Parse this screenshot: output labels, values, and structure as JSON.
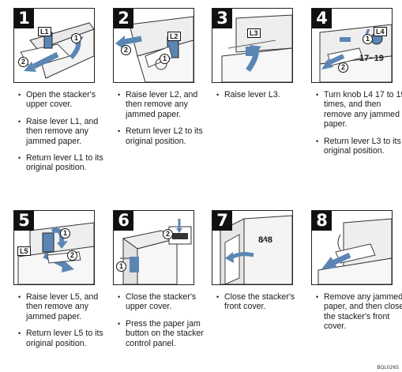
{
  "steps": [
    {
      "number": "1",
      "labels": [
        "L1"
      ],
      "circles": [
        "1",
        "2"
      ],
      "bullets": [
        "Open the stacker's upper cover.",
        "Raise lever L1, and then remove any jammed paper.",
        "Return lever L1 to its original position."
      ]
    },
    {
      "number": "2",
      "labels": [
        "L2"
      ],
      "circles": [
        "1",
        "2"
      ],
      "bullets": [
        "Raise lever L2, and then remove any jammed paper.",
        "Return lever L2 to its original position."
      ]
    },
    {
      "number": "3",
      "labels": [
        "L3"
      ],
      "circles": [],
      "bullets": [
        "Raise lever L3."
      ]
    },
    {
      "number": "4",
      "labels": [
        "L4"
      ],
      "circles": [
        "1",
        "2"
      ],
      "turns": "17~19",
      "bullets": [
        "Turn knob L4 17 to 19 times, and then remove any jammed paper.",
        "Return lever L3 to its original position."
      ]
    },
    {
      "number": "5",
      "labels": [
        "L5"
      ],
      "circles": [
        "1",
        "2"
      ],
      "bullets": [
        "Raise lever L5, and then remove any jammed paper.",
        "Return lever L5 to its original position."
      ]
    },
    {
      "number": "6",
      "labels": [],
      "circles": [
        "1",
        "2"
      ],
      "bullets": [
        "Close the stacker's upper cover.",
        "Press the paper jam button on the stacker control panel."
      ]
    },
    {
      "number": "7",
      "labels": [],
      "circles": [],
      "panel": "8∕♮8",
      "bullets": [
        "Close the stacker's front cover."
      ]
    },
    {
      "number": "8",
      "labels": [],
      "circles": [],
      "bullets": [
        "Remove any jammed paper, and then close the stacker's front cover."
      ]
    }
  ],
  "figure_code": "BQL026S",
  "colors": {
    "accent": "#5b86b4",
    "frame": "#222222"
  }
}
